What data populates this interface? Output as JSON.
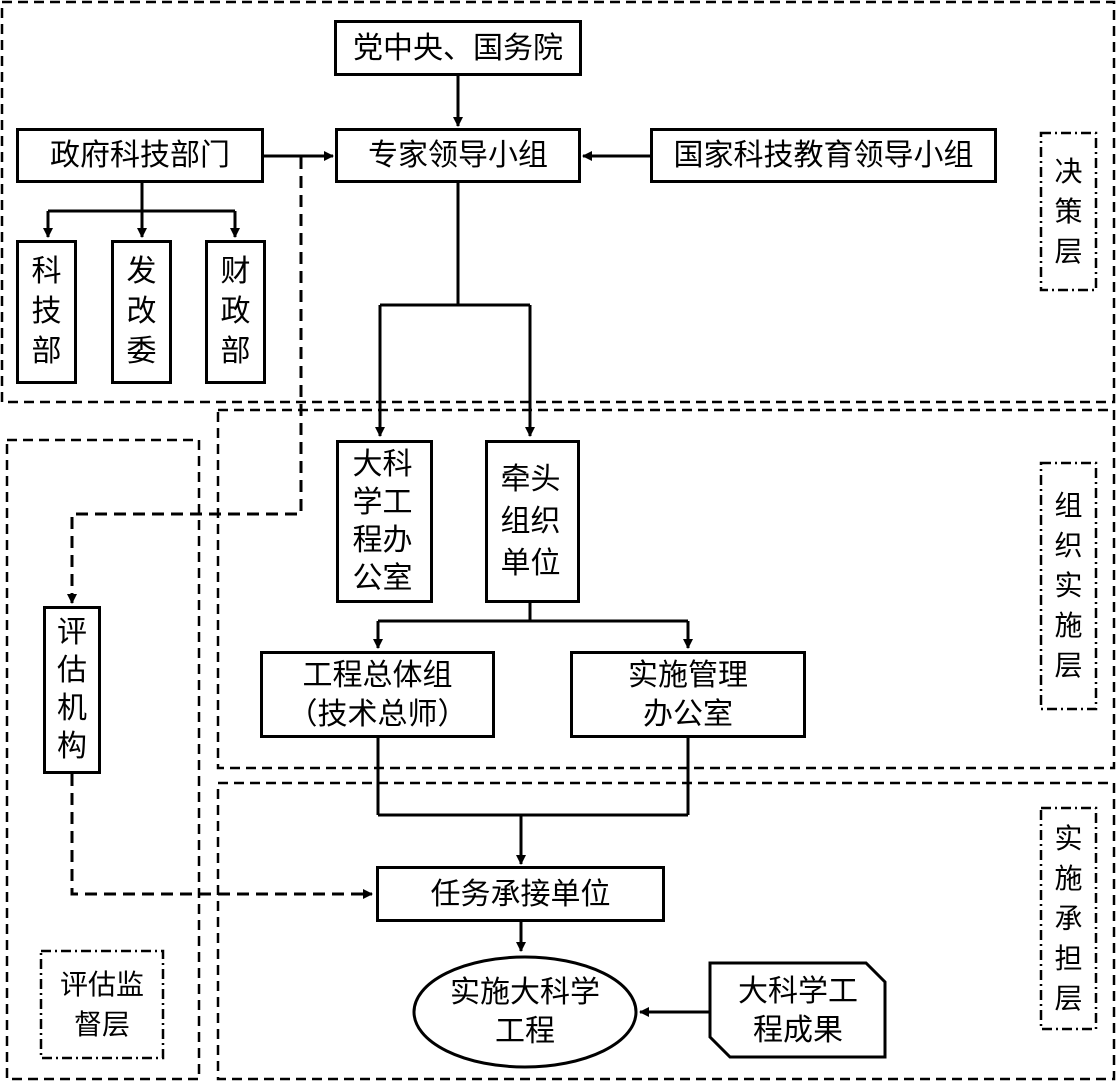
{
  "nodes": {
    "central_committee": "党中央、国务院",
    "expert_group": "专家领导小组",
    "national_group": "国家科技教育领导小组",
    "gov_departments": "政府科技部门",
    "ministry_science": "科技部",
    "ndrc": "发改委",
    "ministry_finance": "财政部",
    "project_office": "大科学工程办公室",
    "lead_unit": "牵头组织单位",
    "engineering_group_line1": "工程总体组",
    "engineering_group_line2": "（技术总师）",
    "management_office_line1": "实施管理",
    "management_office_line2": "办公室",
    "task_unit": "任务承接单位",
    "implement_line1": "实施大科学",
    "implement_line2": "工程",
    "results_line1": "大科学工",
    "results_line2": "程成果",
    "evaluation_agency": "评估机构"
  },
  "layers": {
    "decision": "决策层",
    "organization": "组织实施层",
    "implementation": "实施承担层",
    "evaluation_line1": "评估监",
    "evaluation_line2": "督层"
  },
  "colors": {
    "line": "#000000",
    "background": "#ffffff"
  }
}
